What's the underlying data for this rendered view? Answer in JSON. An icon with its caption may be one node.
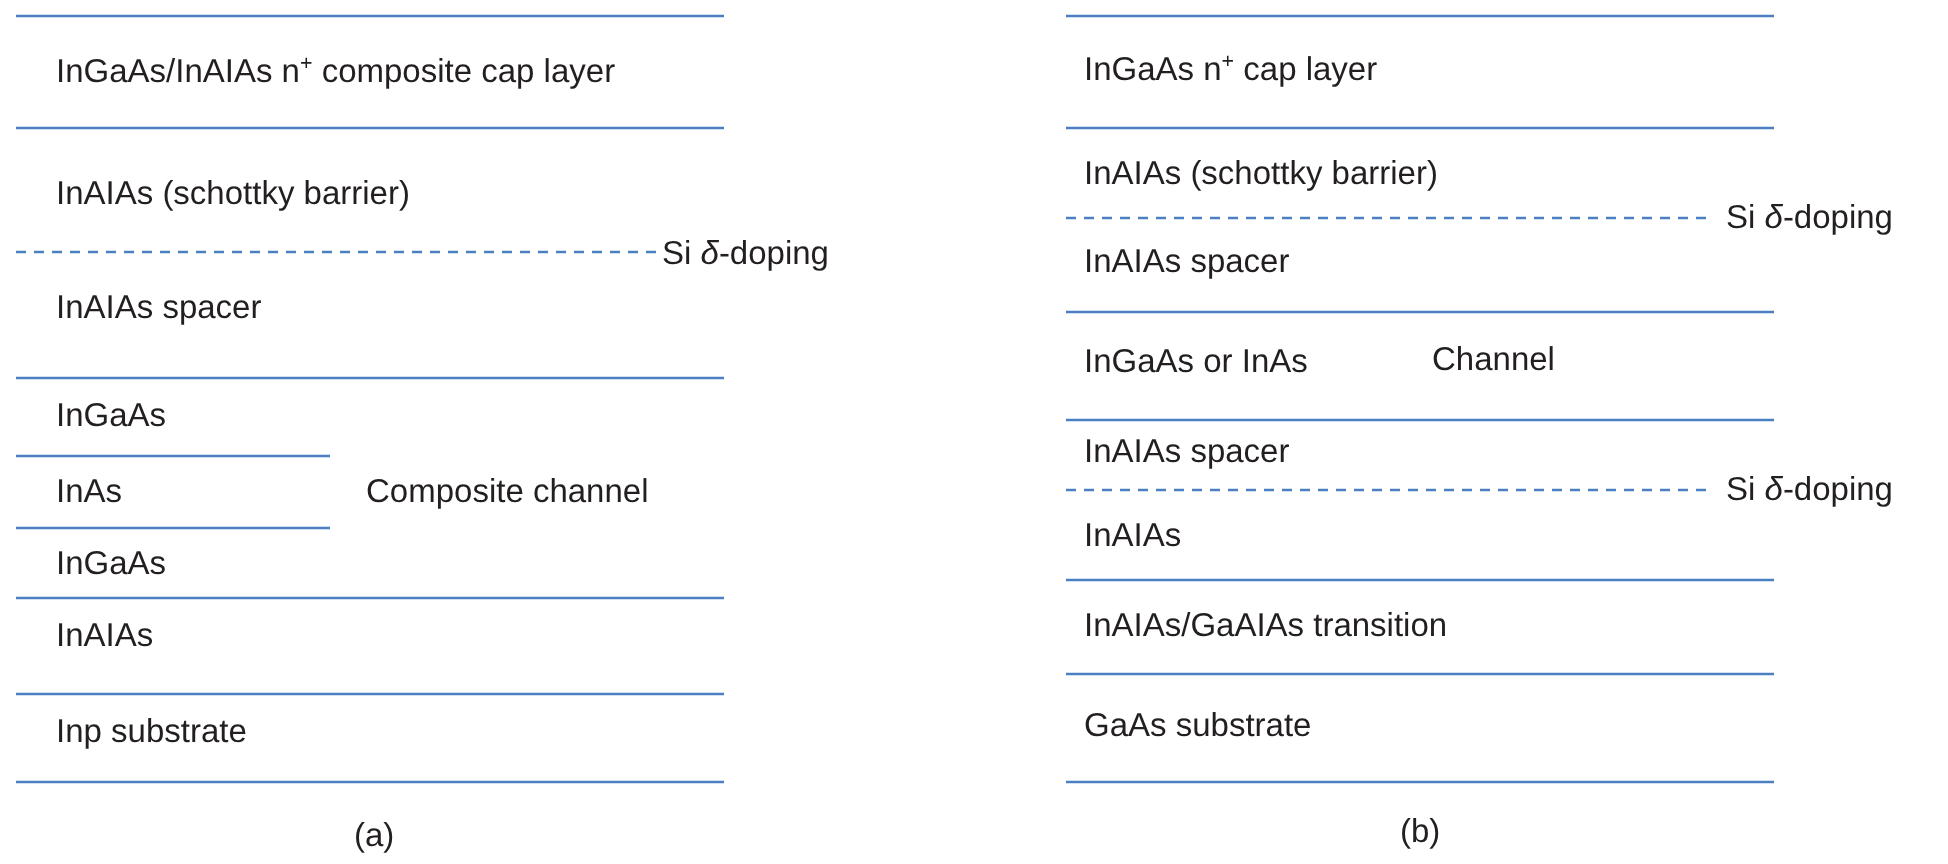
{
  "diagram": {
    "labels": [
      "InGaAs/InAIAs n$^{+}$ composite cap layer",
      "InAIAs (schottky barrier)",
      "Si *δ*-doping",
      "InAIAs spacer",
      "InGaAs",
      "InAs",
      "Composite channel",
      "InGaAs",
      "InAIAs",
      "Inp substrate",
      "(a)",
      "InGaAs n$^{+}$ cap layer",
      "InAIAs (schottky barrier)",
      "Si *δ*-doping",
      "InAIAs spacer",
      "InGaAs or InAs",
      "Channel",
      "InAIAs spacer",
      "Si *δ*-doping",
      "InAIAs",
      "InAIAs/GaAIAs transition",
      "GaAs substrate",
      "(b)"
    ]
  }
}
